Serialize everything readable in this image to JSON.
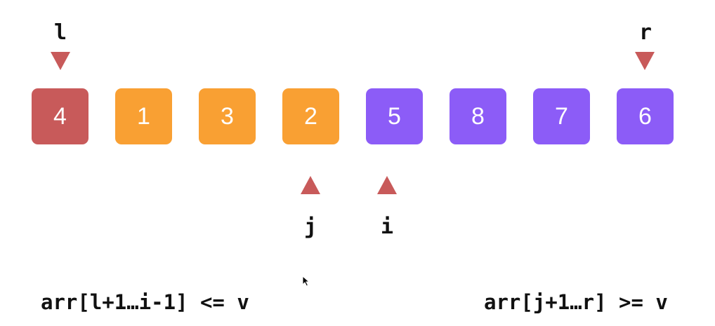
{
  "array": {
    "cells": [
      {
        "value": "4",
        "color": "#c85a5a"
      },
      {
        "value": "1",
        "color": "#f9a033"
      },
      {
        "value": "3",
        "color": "#f9a033"
      },
      {
        "value": "2",
        "color": "#f9a033"
      },
      {
        "value": "5",
        "color": "#8c5cf7"
      },
      {
        "value": "8",
        "color": "#8c5cf7"
      },
      {
        "value": "7",
        "color": "#8c5cf7"
      },
      {
        "value": "6",
        "color": "#8c5cf7"
      }
    ]
  },
  "pointers": {
    "l": {
      "label": "l",
      "index": 0,
      "direction": "down"
    },
    "r": {
      "label": "r",
      "index": 7,
      "direction": "down"
    },
    "j": {
      "label": "j",
      "index": 3,
      "direction": "up"
    },
    "i": {
      "label": "i",
      "index": 4,
      "direction": "up"
    }
  },
  "captions": {
    "left": "arr[l+1…i-1] <= v",
    "right": "arr[j+1…r] >= v"
  },
  "colors": {
    "pivot": "#c85a5a",
    "less_than": "#f9a033",
    "greater_than": "#8c5cf7",
    "pointer": "#c85a5a"
  },
  "icons": {
    "cursor": "mouse-cursor-icon"
  }
}
